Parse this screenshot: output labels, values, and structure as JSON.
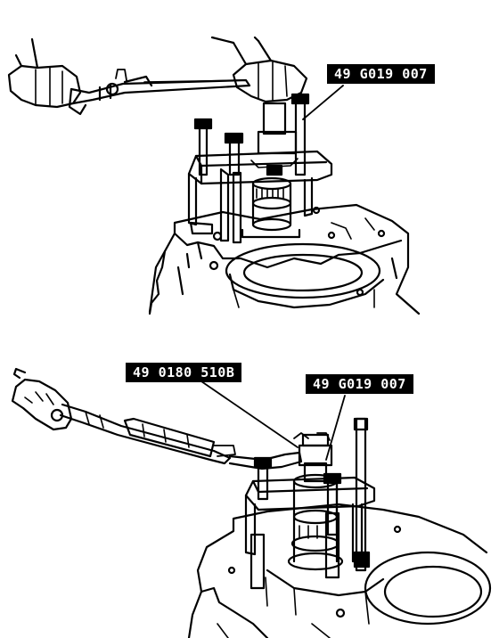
{
  "callouts": {
    "top_tool": "49 G019 007",
    "bottom_tool_a": "49 0180 510B",
    "bottom_tool_b": "49 G019 007"
  },
  "colors": {
    "ink": "#000000",
    "paper": "#ffffff"
  }
}
